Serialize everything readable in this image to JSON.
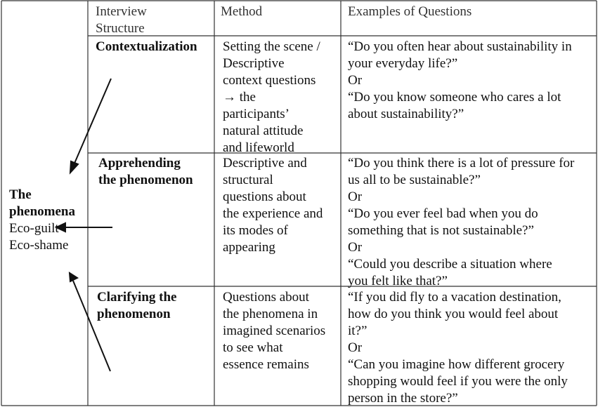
{
  "headers": {
    "structure": [
      "Interview",
      "Structure"
    ],
    "method": "Method",
    "examples": "Examples of Questions"
  },
  "phenomena": {
    "title_lines": [
      "The",
      "phenomena"
    ],
    "items": [
      "Eco-guilt",
      "Eco-shame"
    ]
  },
  "rows": [
    {
      "structure_lines": [
        "Contextualization"
      ],
      "method_lines": [
        "Setting the scene /",
        "Descriptive",
        "context questions",
        "→ the",
        "participants’",
        "natural attitude",
        "and lifeworld"
      ],
      "example_lines": [
        "“Do you often hear about sustainability in",
        "your everyday life?”",
        "Or",
        "“Do you know someone who cares a lot",
        "about sustainability?”"
      ]
    },
    {
      "structure_lines": [
        "Apprehending",
        "the phenomenon"
      ],
      "method_lines": [
        "Descriptive and",
        "structural",
        "questions about",
        "the experience and",
        "its modes of",
        "appearing"
      ],
      "example_lines": [
        "“Do you think there is a lot of pressure for",
        "us all to be sustainable?”",
        "Or",
        "“Do you ever feel bad when you do",
        "something that is not sustainable?”",
        "Or",
        "“Could you describe a situation where",
        "you felt like that?”"
      ]
    },
    {
      "structure_lines": [
        "Clarifying the",
        "phenomenon"
      ],
      "method_lines": [
        "Questions about",
        "the phenomena in",
        "imagined scenarios",
        "to see what",
        "essence remains"
      ],
      "example_lines": [
        "“If you did fly to a vacation destination,",
        "how do you think you would feel about",
        "it?”",
        "Or",
        "“Can you imagine how different grocery",
        "shopping would feel if you were the only",
        "person in the store?”"
      ]
    }
  ]
}
